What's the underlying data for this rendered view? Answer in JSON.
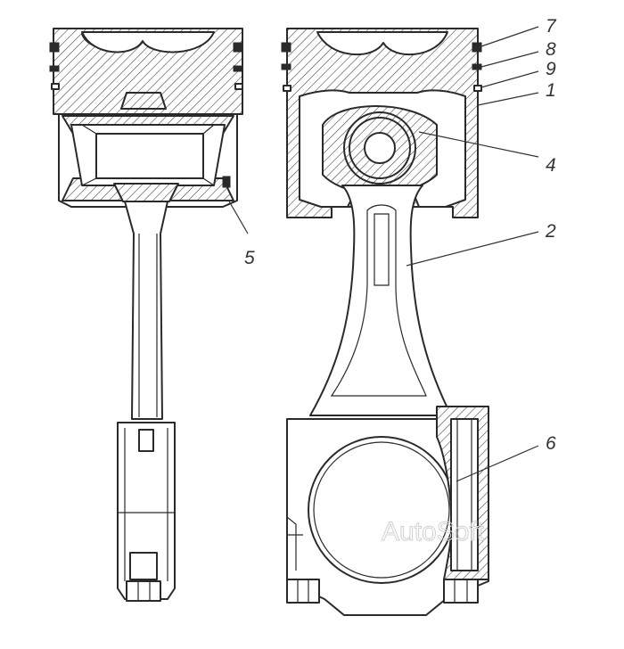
{
  "callouts": {
    "c7": "7",
    "c8": "8",
    "c9": "9",
    "c1": "1",
    "c4": "4",
    "c2": "2",
    "c5": "5",
    "c6": "6"
  },
  "watermark": "AutoSoft"
}
